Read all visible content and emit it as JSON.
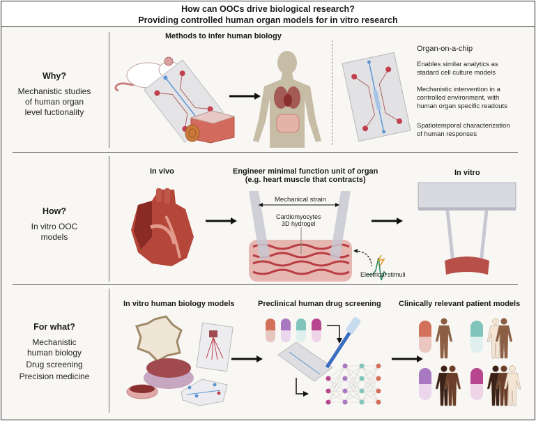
{
  "header": {
    "title_line1": "How can OOCs drive biological research?",
    "title_line2": "Providing controlled human organ models for in vitro research"
  },
  "rows": [
    {
      "question": "Why?",
      "description": [
        "Mechanistic studies",
        "of human organ",
        "level fuctionality"
      ],
      "panels": {
        "left_title": "Methods to infer human biology",
        "right_title": "Organ-on-a-chip",
        "bullets": [
          [
            "Enables similar analytics as",
            "stadard cell culture models"
          ],
          [
            "Mechanistic intervention in a",
            "controlled environment, with",
            "human organ specific readouts"
          ],
          [
            "Spatiotemporal characterization",
            "of human responses"
          ]
        ]
      }
    },
    {
      "question": "How?",
      "description": [
        "In vitro OOC",
        "models"
      ],
      "panels": {
        "in_vivo_title": "In vivo",
        "engineer_title_line1": "Engineer minimal function unit of organ",
        "engineer_title_line2": "(e.g. heart muscle that contracts)",
        "mechanical_strain": "Mechanical strain",
        "cardio_line1": "Cardiomyocytes",
        "cardio_line2": "3D hydrogel",
        "electrical": "Electrical stimuli",
        "in_vitro_title": "In vitro"
      }
    },
    {
      "question": "For what?",
      "description": [
        "Mechanistic",
        "human biology",
        "Drug screening",
        "Precision medicine"
      ],
      "panels": {
        "models_title": "In vitro human biology models",
        "screening_title": "Preclinical human drug screening",
        "patient_title": "Clinically relevant patient models"
      }
    }
  ],
  "colors": {
    "background": "#f8f7f3",
    "border": "#2b2b2b",
    "chip_red": "#c0404f",
    "chip_blue": "#5b95d6",
    "heart": "#b5463a",
    "pill_orange": "#d2705a",
    "pill_purple": "#a878c0",
    "pill_teal": "#80c4bc",
    "pill_magenta": "#b8468e",
    "ecg_green": "#2f8a5e",
    "bolt": "#e29a2a"
  }
}
